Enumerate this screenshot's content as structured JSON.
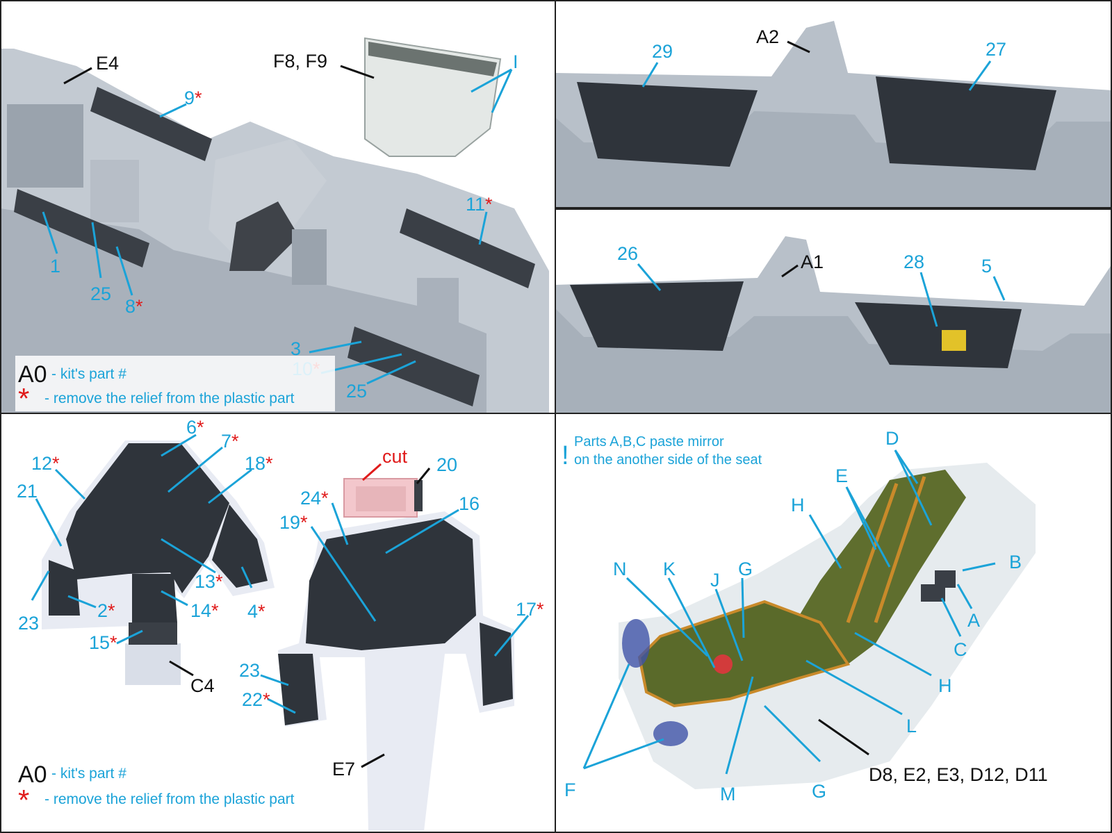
{
  "panel1": {
    "labels": {
      "e4": "E4",
      "f8f9": "F8, F9",
      "i": "I",
      "p9": "9",
      "p11": "11",
      "p1": "1",
      "p25a": "25",
      "p8": "8",
      "p3": "3",
      "p10": "10",
      "p25b": "25"
    },
    "legend": {
      "kit_part": "A0",
      "kit_part_text": "- kit's part #",
      "star_text": "- remove the relief from the plastic part"
    }
  },
  "panel2": {
    "labels": {
      "p29": "29",
      "a2": "A2",
      "p27": "27",
      "p26": "26",
      "a1": "A1",
      "p28": "28",
      "p5": "5"
    }
  },
  "panel3": {
    "labels": {
      "p6": "6",
      "p7": "7",
      "p12": "12",
      "p18": "18",
      "p21": "21",
      "p13": "13",
      "p14": "14",
      "p4": "4",
      "p2": "2",
      "p23a": "23",
      "p15": "15",
      "c4": "C4",
      "cut": "cut",
      "p20": "20",
      "p24": "24",
      "p16": "16",
      "p19": "19",
      "p17": "17",
      "p23b": "23",
      "p22": "22",
      "e7": "E7"
    },
    "legend": {
      "kit_part": "A0",
      "kit_part_text": "- kit's part #",
      "star_text": "- remove the relief from the plastic part"
    }
  },
  "panel4": {
    "note_line1": "Parts A,B,C paste mirror",
    "note_line2": "on the another side of the seat",
    "note_mark": "!",
    "labels": {
      "d": "D",
      "e": "E",
      "h1": "H",
      "b": "B",
      "n": "N",
      "k": "K",
      "j": "J",
      "g1": "G",
      "a": "A",
      "c": "C",
      "h2": "H",
      "l": "L",
      "f": "F",
      "m": "M",
      "g2": "G",
      "d8": "D8, E2, E3, D12, D11"
    }
  },
  "colors": {
    "accent_blue": "#1ba3d8",
    "star_red": "#e01b1b",
    "plastic_grey": "#b4bcc6",
    "panel_dark": "#2e333a"
  },
  "star": "*"
}
